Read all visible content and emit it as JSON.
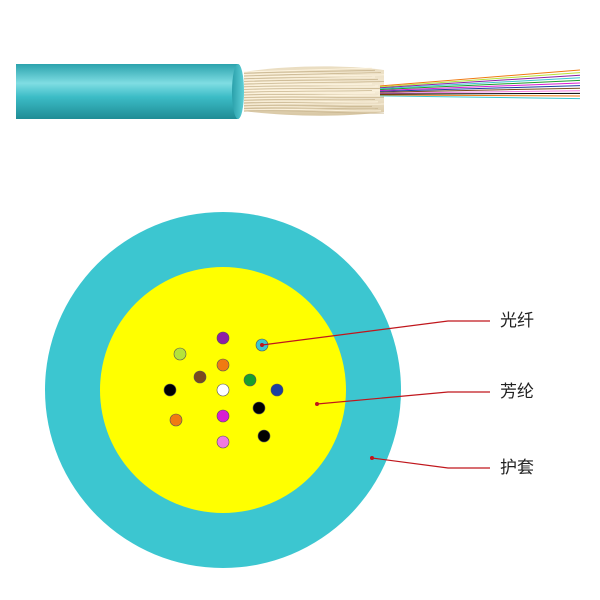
{
  "labels": {
    "fiber": "光纤",
    "aramid": "芳纶",
    "jacket": "护套"
  },
  "colors": {
    "jacket": "#3cc6d0",
    "aramid": "#ffff00",
    "leader_line": "#c0161c"
  },
  "fibers": [
    {
      "color": "#8e1fa6"
    },
    {
      "color": "#b5e33a"
    },
    {
      "color": "#f07a12"
    },
    {
      "color": "#000000"
    },
    {
      "color": "#7a4a1e"
    },
    {
      "color": "#ffffff"
    },
    {
      "color": "#1a9e2c"
    },
    {
      "color": "#1c3fa0"
    },
    {
      "color": "#3cc6d0"
    },
    {
      "color": "#000000"
    },
    {
      "color": "#f07a12"
    },
    {
      "color": "#d81fd3"
    },
    {
      "color": "#000000"
    },
    {
      "color": "#f07ae0"
    }
  ],
  "icons": {
    "cable": "cable-side-view-icon"
  }
}
